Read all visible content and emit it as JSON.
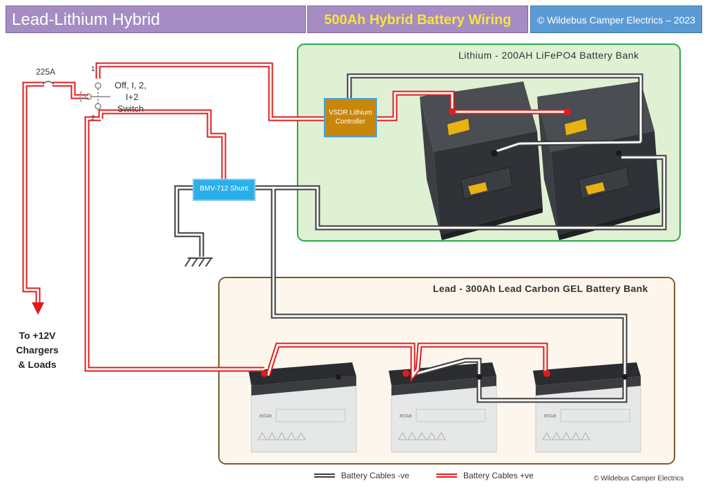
{
  "header": {
    "title": "Lead-Lithium Hybrid",
    "subtitle": "500Ah Hybrid Battery Wiring",
    "copyright": "© Wildebus Camper Electrics – 2023"
  },
  "fuse": {
    "label": "225A"
  },
  "switch": {
    "terminal_1": "1",
    "terminal_2": "2",
    "label_line1": "Off, I, 2,",
    "label_line2": "I+2",
    "label_line3": "Switch"
  },
  "lithium_bank": {
    "title": "Lithium - 200AH LiFePO4 Battery Bank"
  },
  "lead_bank": {
    "title": "Lead - 300Ah Lead Carbon GEL Battery Bank"
  },
  "vsdr": {
    "line1": "VSDR Lithium",
    "line2": "Controller"
  },
  "shunt": {
    "label": "BMV-712 Shunt"
  },
  "output": {
    "line1": "To +12V",
    "line2": "Chargers",
    "line3": "& Loads"
  },
  "legend": {
    "negative": "Battery Cables -ve",
    "positive": "Battery Cables +ve"
  },
  "footer": {
    "copyright": "© Wildebus Camper Electrics"
  },
  "colors": {
    "positive": "#e01b1b",
    "negative": "#3a3a3a",
    "lithium_bg": "#dff0d3",
    "lithium_border": "#2aa84a",
    "lead_bg": "#fcf6ec",
    "lead_border": "#7a5a2a",
    "vsdr": "#c8860b",
    "shunt": "#29b0ea"
  }
}
